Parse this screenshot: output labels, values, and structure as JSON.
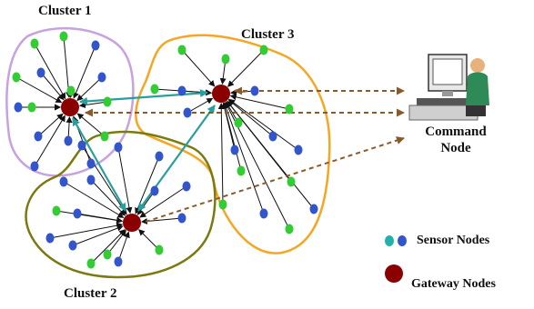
{
  "clusters": [
    {
      "name": "Cluster 1"
    },
    {
      "name": "Cluster 2"
    },
    {
      "name": "Cluster 3"
    }
  ],
  "command_node": {
    "line1": "Command",
    "line2": "Node"
  },
  "legend": {
    "sensor": "Sensor Nodes",
    "gateway": "Gateway Nodes"
  },
  "colors": {
    "cluster1_border": "#c7a2e0",
    "cluster2_border": "#7a7a10",
    "cluster3_border": "#f5a623",
    "sensor_green": "#33cc33",
    "sensor_blue": "#3355cc",
    "gateway": "#8b0000",
    "inter_gateway_link": "#2a9d9d",
    "command_link": "#8b5a2b"
  }
}
